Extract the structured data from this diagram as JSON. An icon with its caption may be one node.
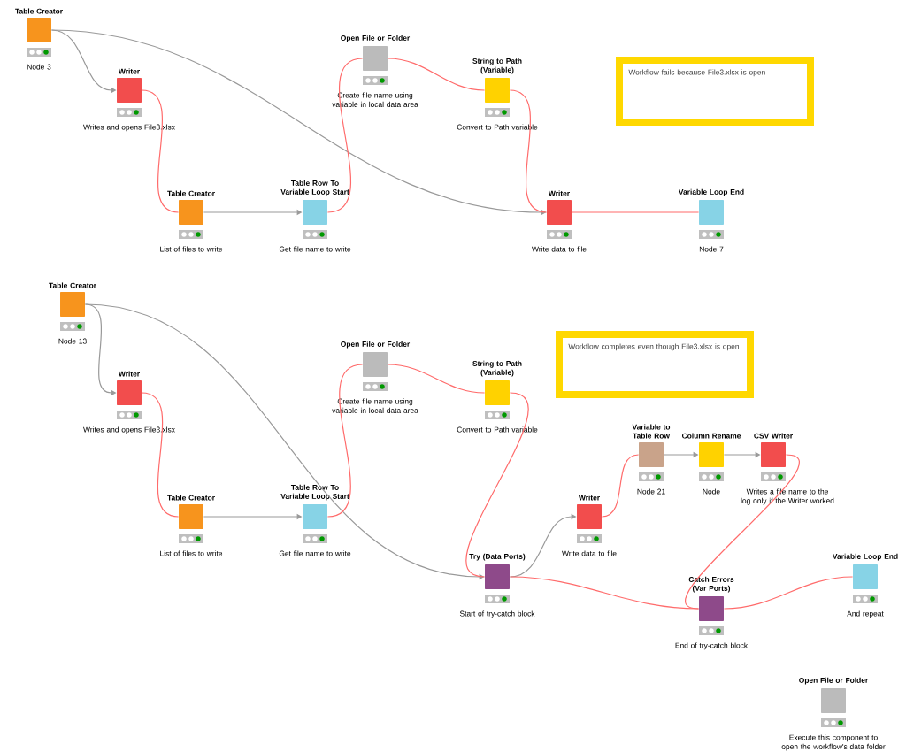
{
  "diagram": {
    "nodes": [
      {
        "text": [
          "Table Creator"
        ],
        "beside": [
          "Node 3"
        ]
      },
      {
        "text": [
          "Writer"
        ],
        "beside": [
          "Writes and opens File3.xlsx"
        ]
      },
      {
        "text": [
          "Table Creator"
        ],
        "beside": [
          "List of files to write"
        ]
      },
      {
        "text": [
          "Table Row To Variable Loop Start"
        ],
        "beside": [
          "Get file name to write"
        ]
      },
      {
        "text": [
          "Open File or Folder"
        ],
        "beside": [
          "Create file name using variable in local data area"
        ]
      },
      {
        "text": [
          "String to Path (Variable)"
        ],
        "beside": [
          "Convert to Path variable"
        ]
      },
      {
        "text": [
          "Writer"
        ],
        "beside": [
          "Write data to file"
        ]
      },
      {
        "text": [
          "Variable Loop End"
        ],
        "beside": [
          "Node 7"
        ]
      },
      {
        "text": [
          "Workflow fails because File3.xlsx is open"
        ]
      },
      {
        "text": [
          "Table Creator"
        ],
        "beside": [
          "Node 13"
        ]
      },
      {
        "text": [
          "Writer"
        ],
        "beside": [
          "Writes and opens File3.xlsx"
        ]
      },
      {
        "text": [
          "Table Creator"
        ],
        "beside": [
          "List of files to write"
        ]
      },
      {
        "text": [
          "Table Row To Variable Loop Start"
        ],
        "beside": [
          "Get file name to write"
        ]
      },
      {
        "text": [
          "Open File or Folder"
        ],
        "beside": [
          "Create file name using variable in local data area"
        ]
      },
      {
        "text": [
          "String to Path (Variable)"
        ],
        "beside": [
          "Convert to Path variable"
        ]
      },
      {
        "text": [
          "Workflow completes even though File3.xlsx is open"
        ]
      },
      {
        "text": [
          "Variable to Table Row"
        ],
        "beside": [
          "Node 21"
        ]
      },
      {
        "text": [
          "Column Rename"
        ],
        "beside": [
          "Node"
        ]
      },
      {
        "text": [
          "CSV Writer"
        ],
        "beside": [
          "Writes a file name to the log only if the Writer worked"
        ]
      },
      {
        "text": [
          "Writer"
        ],
        "beside": [
          "Write data to file"
        ]
      },
      {
        "text": [
          "Try (Data Ports)"
        ],
        "beside": [
          "Start of try-catch block"
        ]
      },
      {
        "text": [
          "Catch Errors (Var Ports)"
        ],
        "beside": [
          "End of try-catch block"
        ]
      },
      {
        "text": [
          "Variable Loop End"
        ],
        "beside": [
          "And repeat"
        ]
      },
      {
        "text": [
          "Open File or Folder"
        ],
        "beside": [
          "Execute this component to open the workflow's data folder"
        ]
      }
    ],
    "edges": [
      {
        "from": 0,
        "to": 1,
        "arrow": "to",
        "color": "#999999"
      },
      {
        "from": 0,
        "to": 6,
        "arrow": "to",
        "color": "#999999"
      },
      {
        "from": 1,
        "to": 2,
        "arrow": "none",
        "color": "#ff6b6b"
      },
      {
        "from": 2,
        "to": 3,
        "arrow": "to",
        "color": "#999999"
      },
      {
        "from": 3,
        "to": 4,
        "arrow": "none",
        "color": "#ff6b6b"
      },
      {
        "from": 4,
        "to": 5,
        "arrow": "none",
        "color": "#ff6b6b"
      },
      {
        "from": 5,
        "to": 6,
        "arrow": "none",
        "color": "#ff6b6b"
      },
      {
        "from": 6,
        "to": 7,
        "arrow": "none",
        "color": "#ff6b6b"
      },
      {
        "from": 9,
        "to": 10,
        "arrow": "to",
        "color": "#999999"
      },
      {
        "from": 9,
        "to": 20,
        "arrow": "to",
        "color": "#999999"
      },
      {
        "from": 10,
        "to": 11,
        "arrow": "none",
        "color": "#ff6b6b"
      },
      {
        "from": 11,
        "to": 12,
        "arrow": "to",
        "color": "#999999"
      },
      {
        "from": 12,
        "to": 13,
        "arrow": "none",
        "color": "#ff6b6b"
      },
      {
        "from": 13,
        "to": 14,
        "arrow": "none",
        "color": "#ff6b6b"
      },
      {
        "from": 14,
        "to": 20,
        "arrow": "none",
        "color": "#ff6b6b"
      },
      {
        "from": 20,
        "to": 19,
        "arrow": "to",
        "color": "#999999"
      },
      {
        "from": 19,
        "to": 16,
        "arrow": "none",
        "color": "#ff6b6b"
      },
      {
        "from": 16,
        "to": 17,
        "arrow": "to",
        "color": "#999999"
      },
      {
        "from": 17,
        "to": 18,
        "arrow": "to",
        "color": "#999999"
      },
      {
        "from": 18,
        "to": 21,
        "arrow": "none",
        "color": "#ff6b6b"
      },
      {
        "from": 20,
        "to": 21,
        "arrow": "none",
        "color": "#ff6b6b"
      },
      {
        "from": 21,
        "to": 22,
        "arrow": "none",
        "color": "#ff6b6b"
      }
    ]
  }
}
